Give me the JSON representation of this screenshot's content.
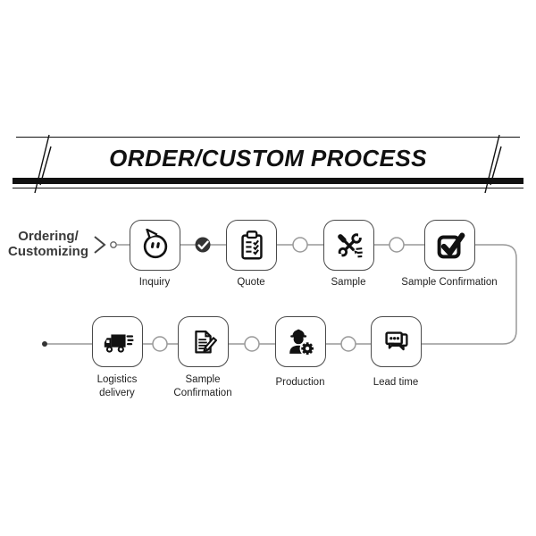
{
  "header": {
    "title": "ORDER/CUSTOM PROCESS"
  },
  "intro": {
    "line1": "Ordering/",
    "line2": "Customizing"
  },
  "row1": {
    "steps": [
      {
        "label": "Inquiry",
        "icon": "speech-bubble-icon"
      },
      {
        "label": "Quote",
        "icon": "clipboard-checklist-icon"
      },
      {
        "label": "Sample",
        "icon": "tools-icon"
      },
      {
        "label": "Sample Confirmation",
        "icon": "checkbox-icon"
      }
    ]
  },
  "row2": {
    "steps": [
      {
        "label": "Logistics",
        "label2": "delivery",
        "icon": "delivery-truck-icon"
      },
      {
        "label": "Sample",
        "label2": "Confirmation",
        "icon": "document-pencil-icon"
      },
      {
        "label": "Production",
        "icon": "worker-gear-icon"
      },
      {
        "label": "Lead time",
        "icon": "chat-bubbles-icon"
      }
    ]
  },
  "colors": {
    "header_ink": "#111111",
    "icon": "#111111",
    "box_border": "#4a4a4a",
    "connector": "#999999",
    "dark_node": "#333333",
    "label_text": "#222222",
    "intro_text": "#3a3a3a"
  }
}
